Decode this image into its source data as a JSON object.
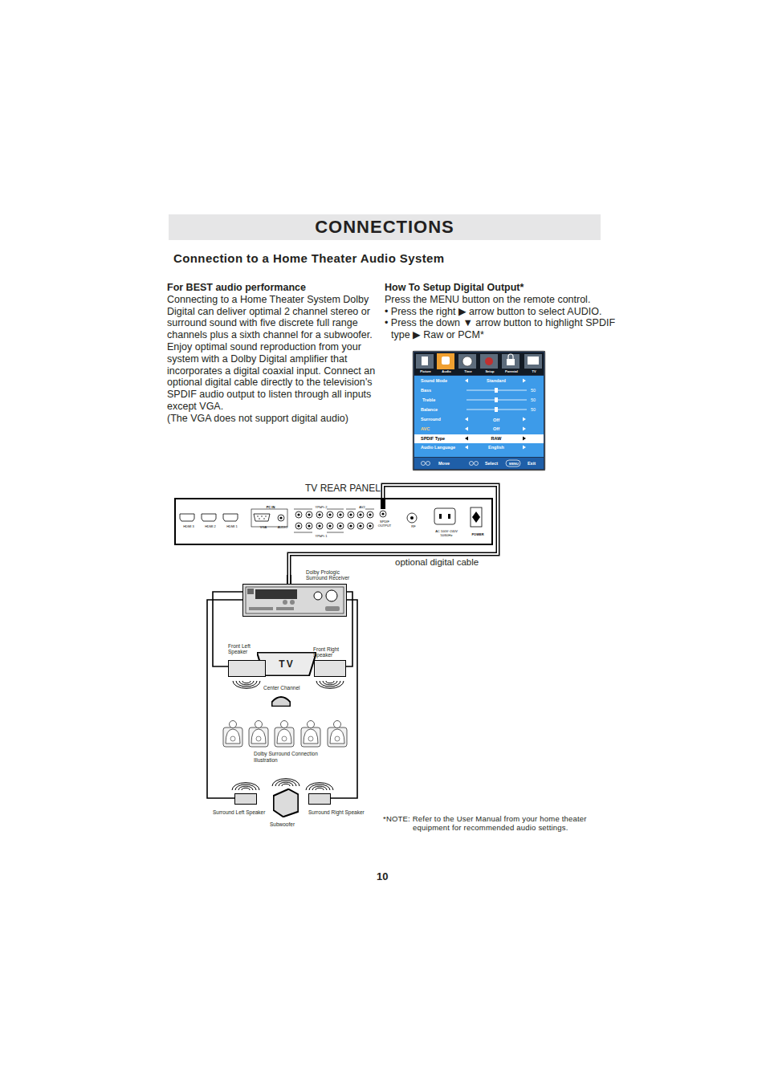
{
  "diagram": {
    "title": "CONNECTIONS",
    "nodes": [
      {
        "text": [
          "Picture",
          "Audio",
          "Time",
          "Setup",
          "Parental",
          "TV",
          "Sound Mode",
          "Standard",
          "Bass",
          "50",
          "Treble",
          "50",
          "Balance",
          "50",
          "Surround",
          "Off",
          "AVC",
          "Off",
          "SPDIF Type",
          "RAW",
          "Audio Language",
          "English",
          "Move",
          "Select",
          "MENU",
          "Exit"
        ]
      },
      {
        "text": [
          "TV REAR PANEL",
          "HDMI 3",
          "HDMI 2",
          "HDMI 1",
          "PC IN",
          "VGA",
          "AUDIO",
          "YPbPr 2",
          "YPbPr 1",
          "AV2",
          "SPDIF OUTPUT",
          "RF",
          "AC 100V~240V 50/60Hz",
          "POWER"
        ]
      },
      {
        "text": [
          "Dolby Prologic Surround Receiver"
        ]
      },
      {
        "text": [
          "TV"
        ]
      },
      {
        "text": [
          "Front Left Speaker"
        ]
      },
      {
        "text": [
          "Front Right Speaker"
        ]
      },
      {
        "text": [
          "Center Channel"
        ]
      },
      {
        "text": [
          "Surround Left Speaker"
        ]
      },
      {
        "text": [
          "Subwoofer"
        ]
      },
      {
        "text": [
          "Surround Right Speaker"
        ]
      }
    ],
    "edges": [
      {
        "from": 1,
        "to": 2,
        "label": "optional digital cable",
        "arrow": "none"
      },
      {
        "from": 2,
        "to": 4,
        "arrow": "none"
      },
      {
        "from": 2,
        "to": 5,
        "arrow": "none"
      },
      {
        "from": 2,
        "to": 7,
        "arrow": "none"
      },
      {
        "from": 2,
        "to": 9,
        "arrow": "none"
      }
    ],
    "labels": [
      "Connection to a Home Theater Audio System",
      "For BEST audio performance",
      "Connecting to a Home Theater System Dolby Digital can deliver optimal 2 channel stereo or surround sound with five discrete full range channels plus a sixth channel for a subwoofer.",
      "Enjoy optimal sound reproduction from your system with a Dolby Digital amplifier that incorporates a digital coaxial input. Connect an optional digital cable directly to the television’s SPDIF audio output to listen through all inputs except VGA.",
      "(The VGA does not support digital audio)",
      "How To Setup Digital Output*",
      "Press the MENU button on the remote control.",
      "• Press the right ▶ arrow button to select AUDIO.",
      "• Press the down ▼ arrow button to highlight SPDIF type ▶ Raw or PCM*",
      "Dolby Surround Connection Illustration",
      "*NOTE: Refer to the User Manual from your home theater equipment for recommended audio settings.",
      "10"
    ]
  }
}
